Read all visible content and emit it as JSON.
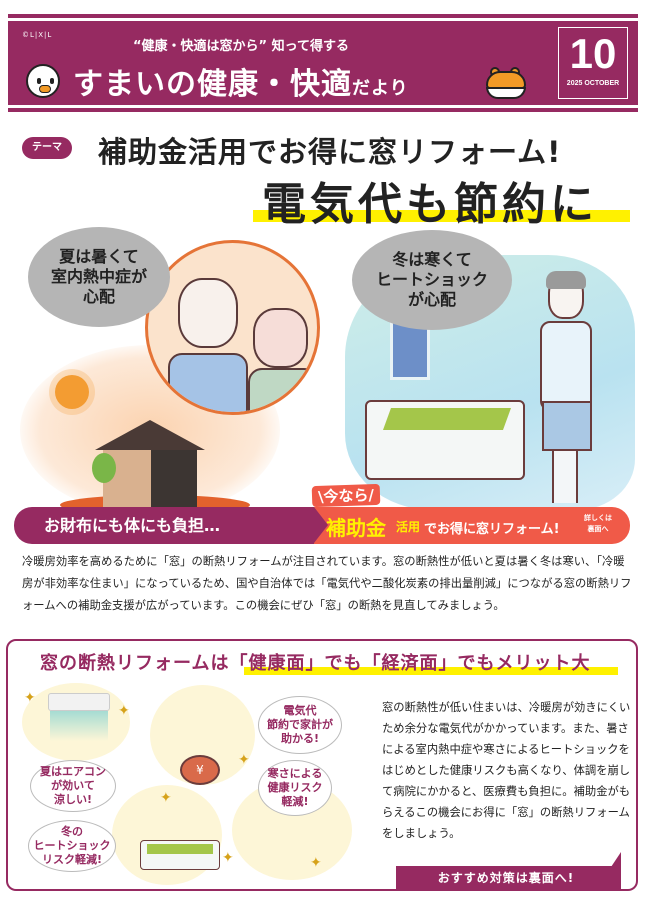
{
  "header": {
    "copyright": "©L|X|L",
    "subtitle": "“健康・快適は窓から” 知って得する",
    "title_main": "すまいの健康・快適",
    "title_suffix": "だより",
    "issue_number": "10",
    "issue_date": "2025 OCTOBER",
    "brand_color": "#962a61"
  },
  "headline": {
    "theme_badge": "テーマ",
    "line1": "補助金活用でお得に窓リフォーム!",
    "line2": "電気代も節約に",
    "highlight_color": "#fff100"
  },
  "illustration": {
    "bubble_summer": [
      "夏は暑くて",
      "室内熱中症が",
      "心配"
    ],
    "bubble_winter": [
      "冬は寒くて",
      "ヒートショック",
      "が心配"
    ]
  },
  "banner": {
    "left_text": "お財布にも体にも負担…",
    "now_label": "\\今なら/",
    "subsidy": "補助金",
    "katsuyou": "活用",
    "rest": "でお得に窓リフォーム!",
    "see_back_line1": "詳しくは",
    "see_back_line2": "裏面へ",
    "accent_color": "#f05a48"
  },
  "intro": {
    "text": "冷暖房効率を高めるために「窓」の断熱リフォームが注目されています。窓の断熱性が低いと夏は暑く冬は寒い、「冷暖房が非効率な住まい」になっているため、国や自治体では「電気代や二酸化炭素の排出量削減」につながる窓の断熱リフォームへの補助金支援が広がっています。この機会にぜひ「窓」の断熱を見直してみましょう。"
  },
  "merit_box": {
    "title": "窓の断熱リフォームは「健康面」でも「経済面」でもメリット大",
    "speech": {
      "aircon": [
        "夏はエアコン",
        "が効いて",
        "涼しい!"
      ],
      "savings": [
        "電気代",
        "節約で家計が",
        "助かる!"
      ],
      "health": [
        "寒さによる",
        "健康リスク",
        "軽減!"
      ],
      "heatshock": [
        "冬の",
        "ヒートショック",
        "リスク軽減!"
      ]
    },
    "body": "窓の断熱性が低い住まいは、冷暖房が効きにくいため余分な電気代がかかっています。また、暑さによる室内熱中症や寒さによるヒートショックをはじめとした健康リスクも高くなり、体調を崩して病院にかかると、医療費も負担に。補助金がもらえるこの機会にお得に「窓」の断熱リフォームをしましょう。",
    "next_label": "おすすめ対策は裏面へ!"
  },
  "icons": {
    "yen": "¥",
    "sparkle": "✦"
  }
}
